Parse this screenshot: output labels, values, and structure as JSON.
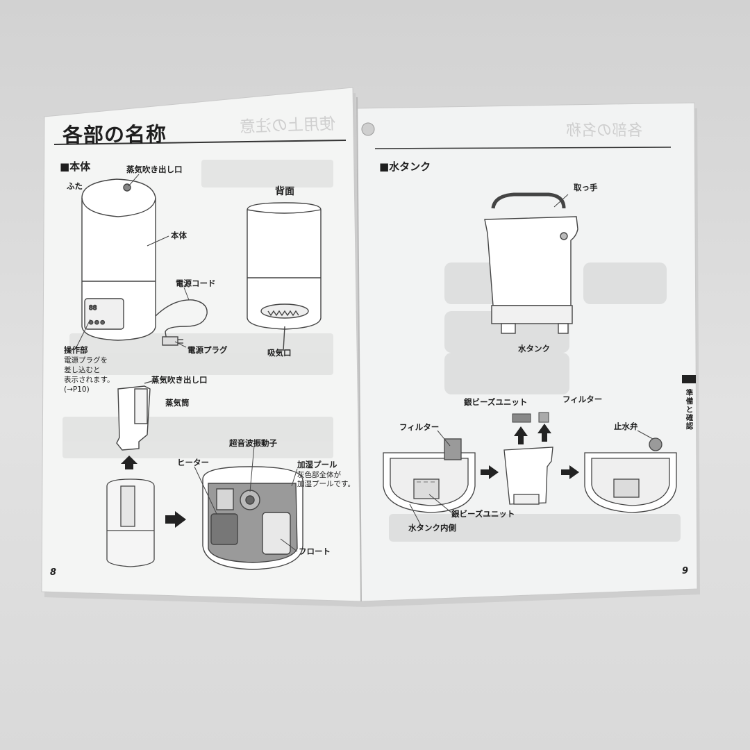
{
  "left_page": {
    "title": "各部の名称",
    "section": "■本体",
    "labels": {
      "steam_outlet_top": "蒸気吹き出し口",
      "lid": "ふた",
      "body": "本体",
      "back": "背面",
      "power_cord": "電源コード",
      "power_plug": "電源プラグ",
      "intake": "吸気口",
      "control_panel": "操作部",
      "control_note": [
        "電源プラグを",
        "差し込むと",
        "表示されます。",
        "(→P10)"
      ],
      "steam_outlet_2": "蒸気吹き出し口",
      "steam_tube": "蒸気筒",
      "ultrasonic": "超音波振動子",
      "heater": "ヒーター",
      "humid_pool": "加湿プール",
      "humid_pool_note": [
        "灰色部全体が",
        "加湿プールです。"
      ],
      "float": "フロート"
    },
    "page_number": "8",
    "bleed_heading": "使用上の注意"
  },
  "right_page": {
    "section": "■水タンク",
    "labels": {
      "handle": "取っ手",
      "water_tank": "水タンク",
      "silver_beads_unit_top": "銀ビーズユニット",
      "filter_top": "フィルター",
      "filter_left": "フィルター",
      "stop_valve": "止水弁",
      "silver_beads_unit_bottom": "銀ビーズユニット",
      "tank_inside": "水タンク内側"
    },
    "side_tab": "準備と確認",
    "page_number": "9",
    "bleed_heading": "各部の名称"
  }
}
